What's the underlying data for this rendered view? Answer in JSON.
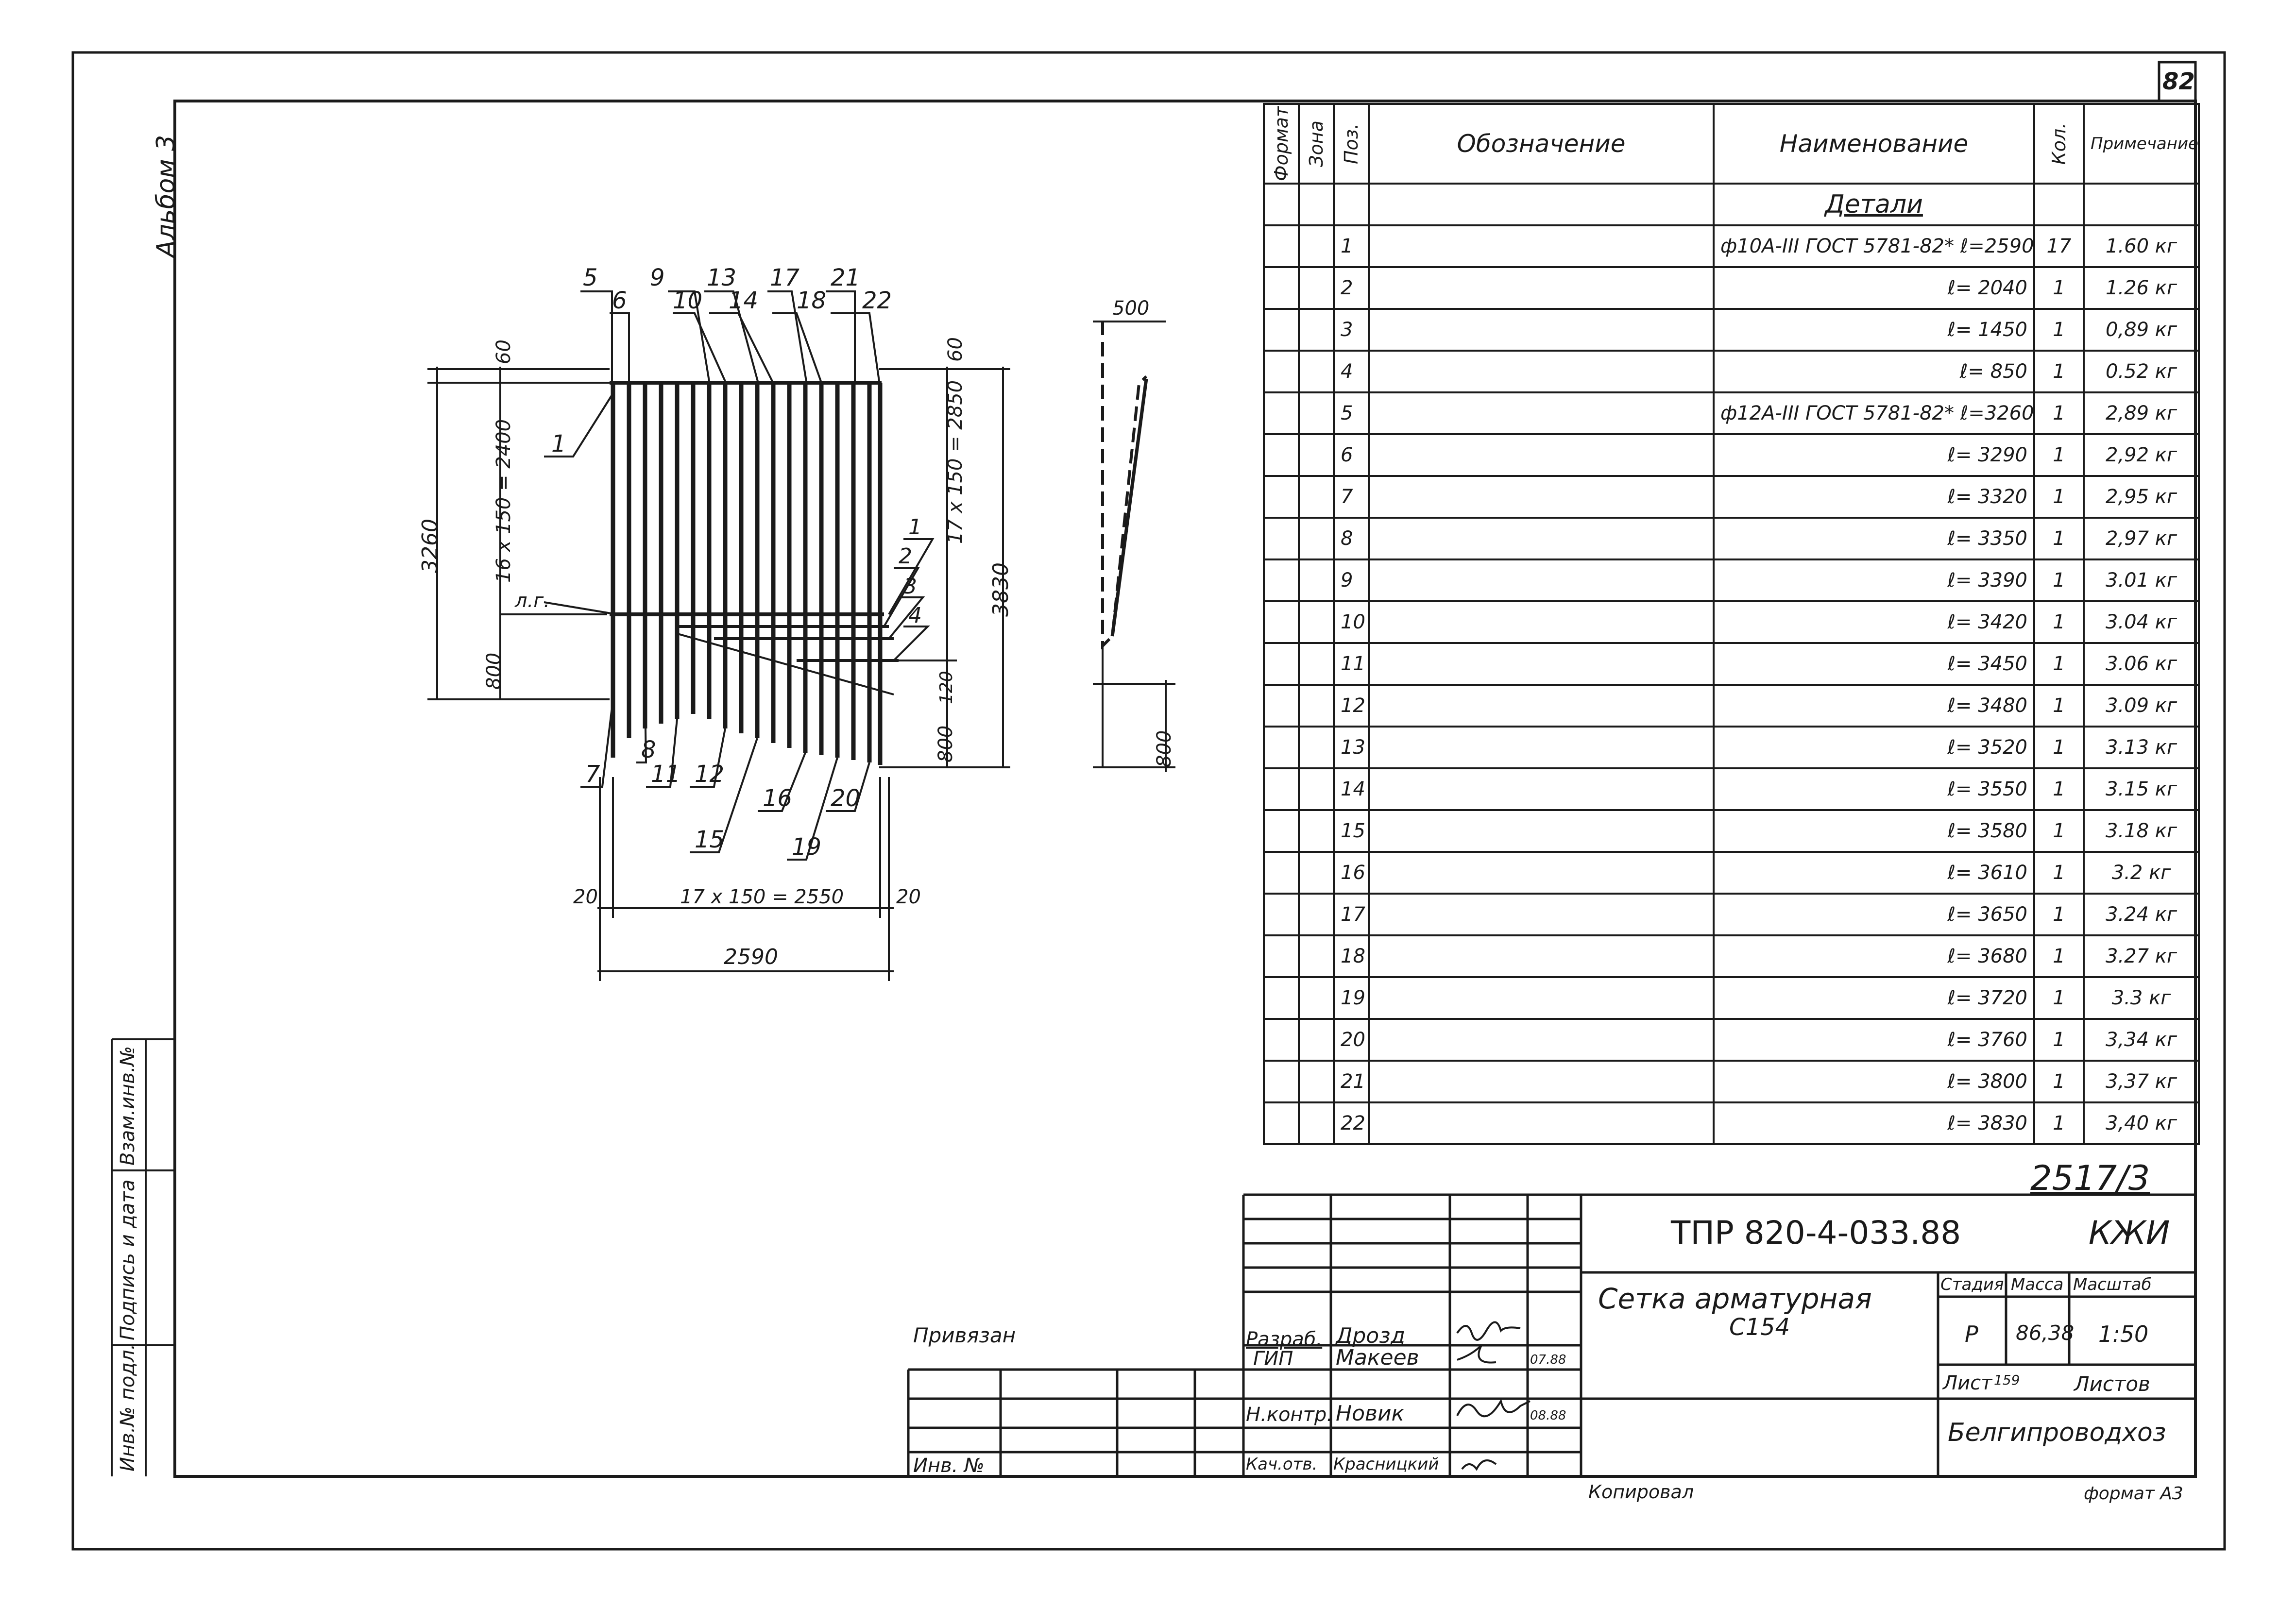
{
  "sheet": {
    "page_number": "82",
    "album": "Альбом 3",
    "inventory": "2517/3",
    "designation": "ТПР 820-4-033.88",
    "mark": "КЖИ",
    "copied": "Копировал",
    "format": "формат А3"
  },
  "side_stamp": {
    "inv_orig": "Инв.№ подл.",
    "sign_date": "Подпись и дата",
    "replaced": "Взам.инв.№"
  },
  "spec_table": {
    "headers": {
      "format": "Формат",
      "zone": "Зона",
      "pos": "Поз.",
      "designation": "Обозначение",
      "name": "Наименование",
      "qty": "Кол.",
      "note": "Примечание"
    },
    "section": "Детали",
    "rows": [
      {
        "pos": "1",
        "name": "ф10А-III ГОСТ 5781-82* ℓ=2590",
        "qty": "17",
        "note": "1.60 кг"
      },
      {
        "pos": "2",
        "name": "ℓ= 2040",
        "qty": "1",
        "note": "1.26 кг"
      },
      {
        "pos": "3",
        "name": "ℓ= 1450",
        "qty": "1",
        "note": "0,89 кг"
      },
      {
        "pos": "4",
        "name": "ℓ= 850",
        "qty": "1",
        "note": "0.52 кг"
      },
      {
        "pos": "5",
        "name": "ф12А-III ГОСТ 5781-82* ℓ=3260",
        "qty": "1",
        "note": "2,89 кг"
      },
      {
        "pos": "6",
        "name": "ℓ= 3290",
        "qty": "1",
        "note": "2,92 кг"
      },
      {
        "pos": "7",
        "name": "ℓ= 3320",
        "qty": "1",
        "note": "2,95 кг"
      },
      {
        "pos": "8",
        "name": "ℓ= 3350",
        "qty": "1",
        "note": "2,97 кг"
      },
      {
        "pos": "9",
        "name": "ℓ= 3390",
        "qty": "1",
        "note": "3.01 кг"
      },
      {
        "pos": "10",
        "name": "ℓ= 3420",
        "qty": "1",
        "note": "3.04 кг"
      },
      {
        "pos": "11",
        "name": "ℓ= 3450",
        "qty": "1",
        "note": "3.06 кг"
      },
      {
        "pos": "12",
        "name": "ℓ= 3480",
        "qty": "1",
        "note": "3.09 кг"
      },
      {
        "pos": "13",
        "name": "ℓ= 3520",
        "qty": "1",
        "note": "3.13 кг"
      },
      {
        "pos": "14",
        "name": "ℓ= 3550",
        "qty": "1",
        "note": "3.15 кг"
      },
      {
        "pos": "15",
        "name": "ℓ= 3580",
        "qty": "1",
        "note": "3.18 кг"
      },
      {
        "pos": "16",
        "name": "ℓ= 3610",
        "qty": "1",
        "note": "3.2 кг"
      },
      {
        "pos": "17",
        "name": "ℓ= 3650",
        "qty": "1",
        "note": "3.24 кг"
      },
      {
        "pos": "18",
        "name": "ℓ= 3680",
        "qty": "1",
        "note": "3.27 кг"
      },
      {
        "pos": "19",
        "name": "ℓ= 3720",
        "qty": "1",
        "note": "3.3 кг"
      },
      {
        "pos": "20",
        "name": "ℓ= 3760",
        "qty": "1",
        "note": "3,34 кг"
      },
      {
        "pos": "21",
        "name": "ℓ= 3800",
        "qty": "1",
        "note": "3,37 кг"
      },
      {
        "pos": "22",
        "name": "ℓ= 3830",
        "qty": "1",
        "note": "3,40 кг"
      }
    ]
  },
  "title_block": {
    "object_title": "Сетка арматурная",
    "object_code": "С154",
    "stage_label": "Стадия",
    "mass_label": "Масса",
    "scale_label": "Масштаб",
    "stage": "Р",
    "mass": "86,38",
    "scale": "1:50",
    "sheet_label": "Лист",
    "sheet_no": "159",
    "sheets_label": "Листов",
    "organization": "Белгипроводхоз",
    "linked": "Привязан",
    "inv_no": "Инв. №",
    "roles": [
      {
        "role": "Разраб.",
        "name": "Дрозд",
        "date": ""
      },
      {
        "role": "ГИП",
        "name": "Макеев",
        "date": "07.88"
      },
      {
        "role": "Н.контр.",
        "name": "Новик",
        "date": "08.88"
      },
      {
        "role": "Кач.отв.",
        "name": "Красницкий",
        "date": ""
      }
    ]
  },
  "drawing": {
    "dims": {
      "top_left_60": "60",
      "top_right_60": "60",
      "left_outer": "3260",
      "left_inner": "16 x 150 = 2400",
      "left_lower": "800",
      "right_inner": "17 x 150 = 2850",
      "right_outer": "3830",
      "right_120": "120",
      "right_lower": "800",
      "bottom_left_20": "20",
      "bottom_right_20": "20",
      "bottom_inner": "17 x 150 = 2550",
      "bottom_outer": "2590",
      "side_top": "500",
      "side_bottom": "800",
      "lg": "л.г."
    },
    "top_labels_row1": [
      "5",
      "9",
      "13",
      "17",
      "21"
    ],
    "top_labels_row2": [
      "6",
      "10",
      "14",
      "18",
      "22"
    ],
    "bottom_labels_row1": [
      "7",
      "8",
      "11",
      "12",
      "16",
      "20"
    ],
    "bottom_labels_row2": [
      "15",
      "19"
    ],
    "right_labels": [
      "1",
      "2",
      "3",
      "4"
    ],
    "left_label": "1"
  }
}
